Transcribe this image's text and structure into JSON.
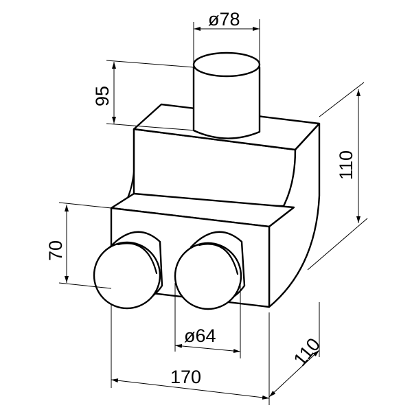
{
  "dimensions": {
    "top_diameter": "ø78",
    "top_height": "95",
    "body_height": "110",
    "outlet_height": "70",
    "outlet_diameter": "ø64",
    "width": "170",
    "depth": "110"
  }
}
